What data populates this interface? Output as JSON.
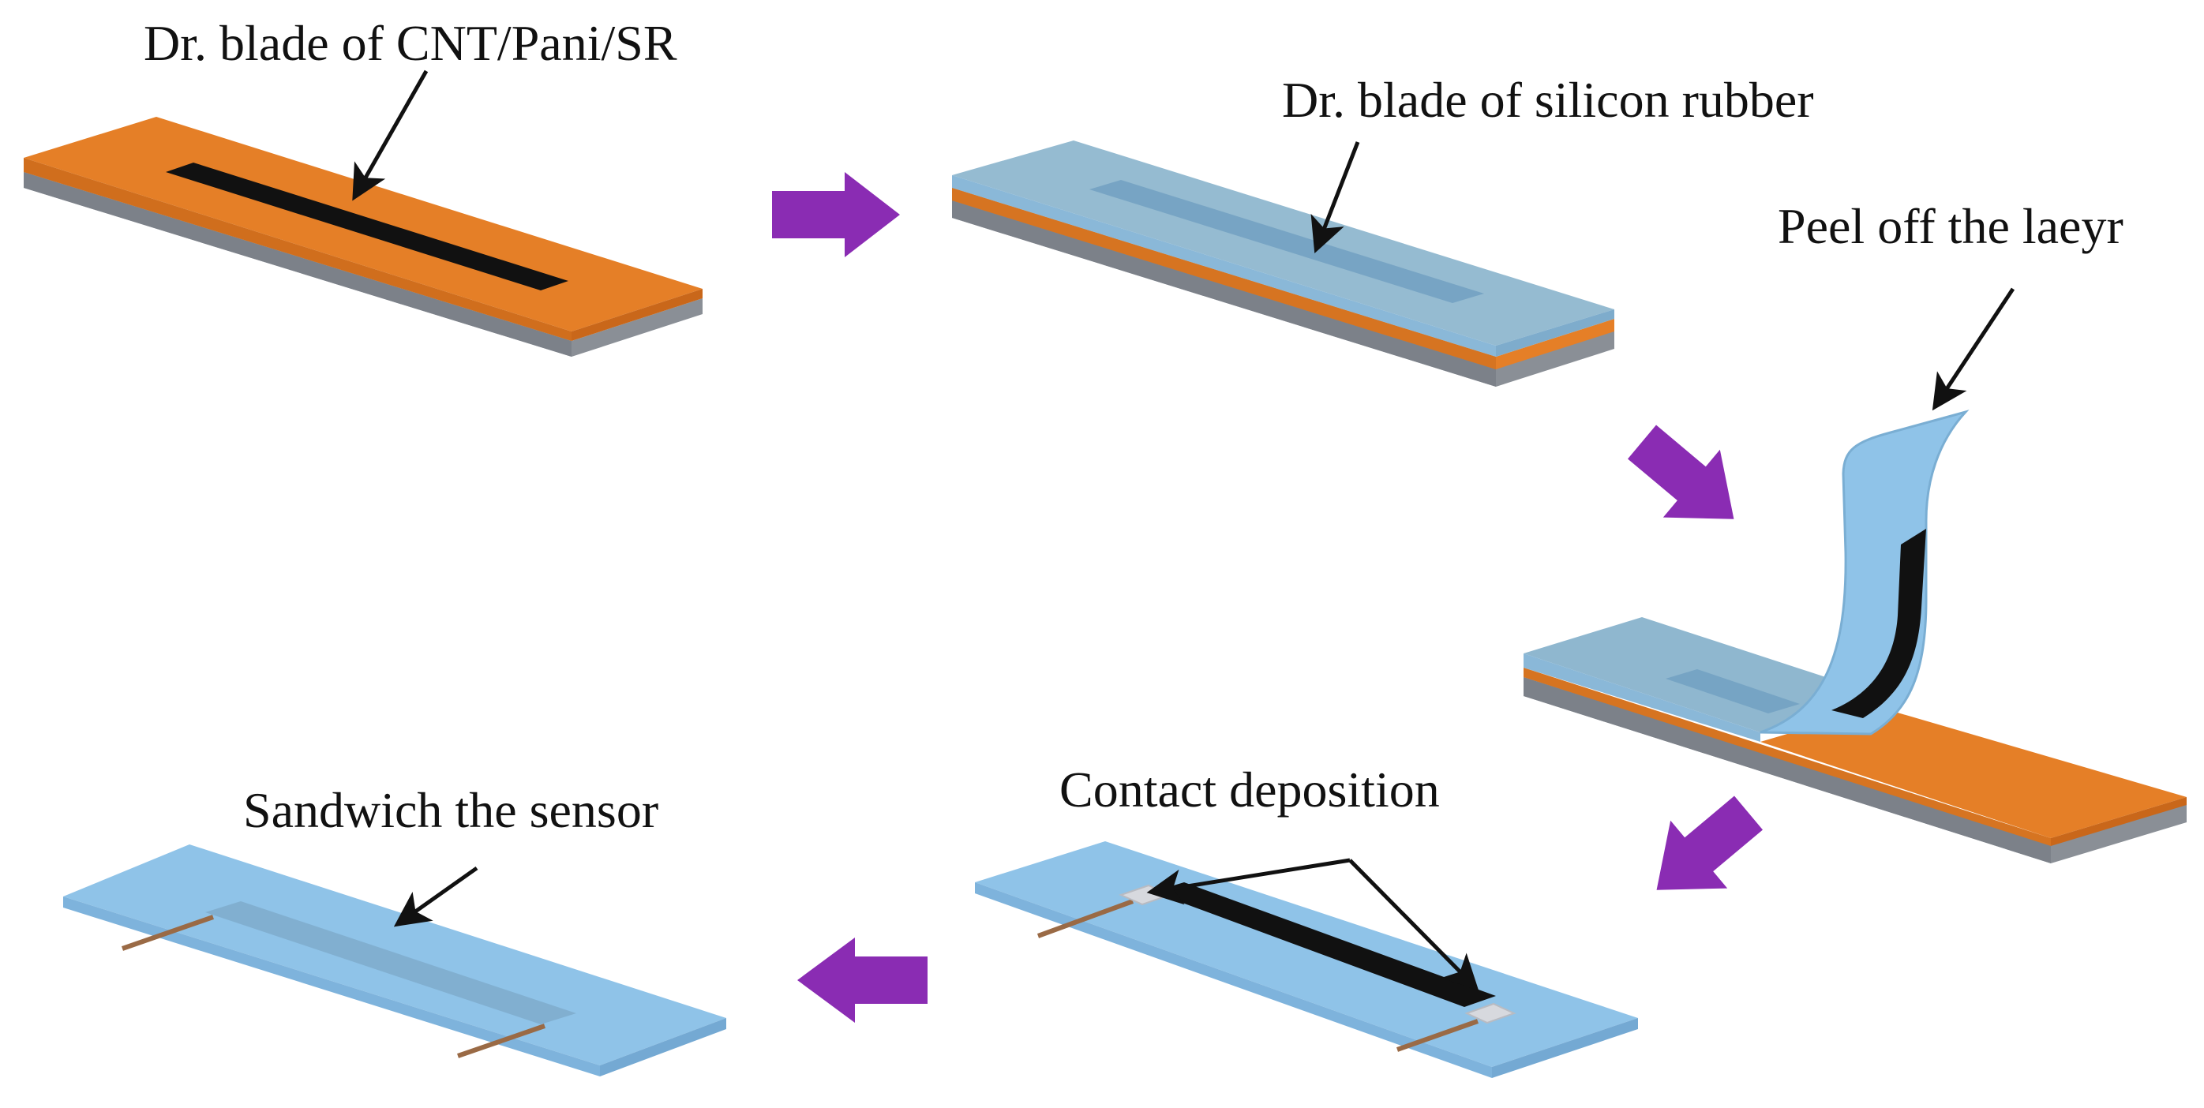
{
  "steps": {
    "step1": {
      "label": "Dr. blade of CNT/Pani/SR"
    },
    "step2": {
      "label": "Dr. blade of silicon rubber"
    },
    "step3": {
      "label": "Peel off the laeyr"
    },
    "step4": {
      "label": "Contact deposition"
    },
    "step5": {
      "label": "Sandwich the sensor"
    }
  },
  "colors": {
    "substrate_orange": "#e57f27",
    "substrate_grey": "#8a8f96",
    "silicone_blue": "#8fc3e8",
    "cnt_black": "#111111",
    "arrow_purple": "#8a2cb3",
    "contact_silver": "#d7d9de",
    "wire_copper": "#9a6a45"
  }
}
